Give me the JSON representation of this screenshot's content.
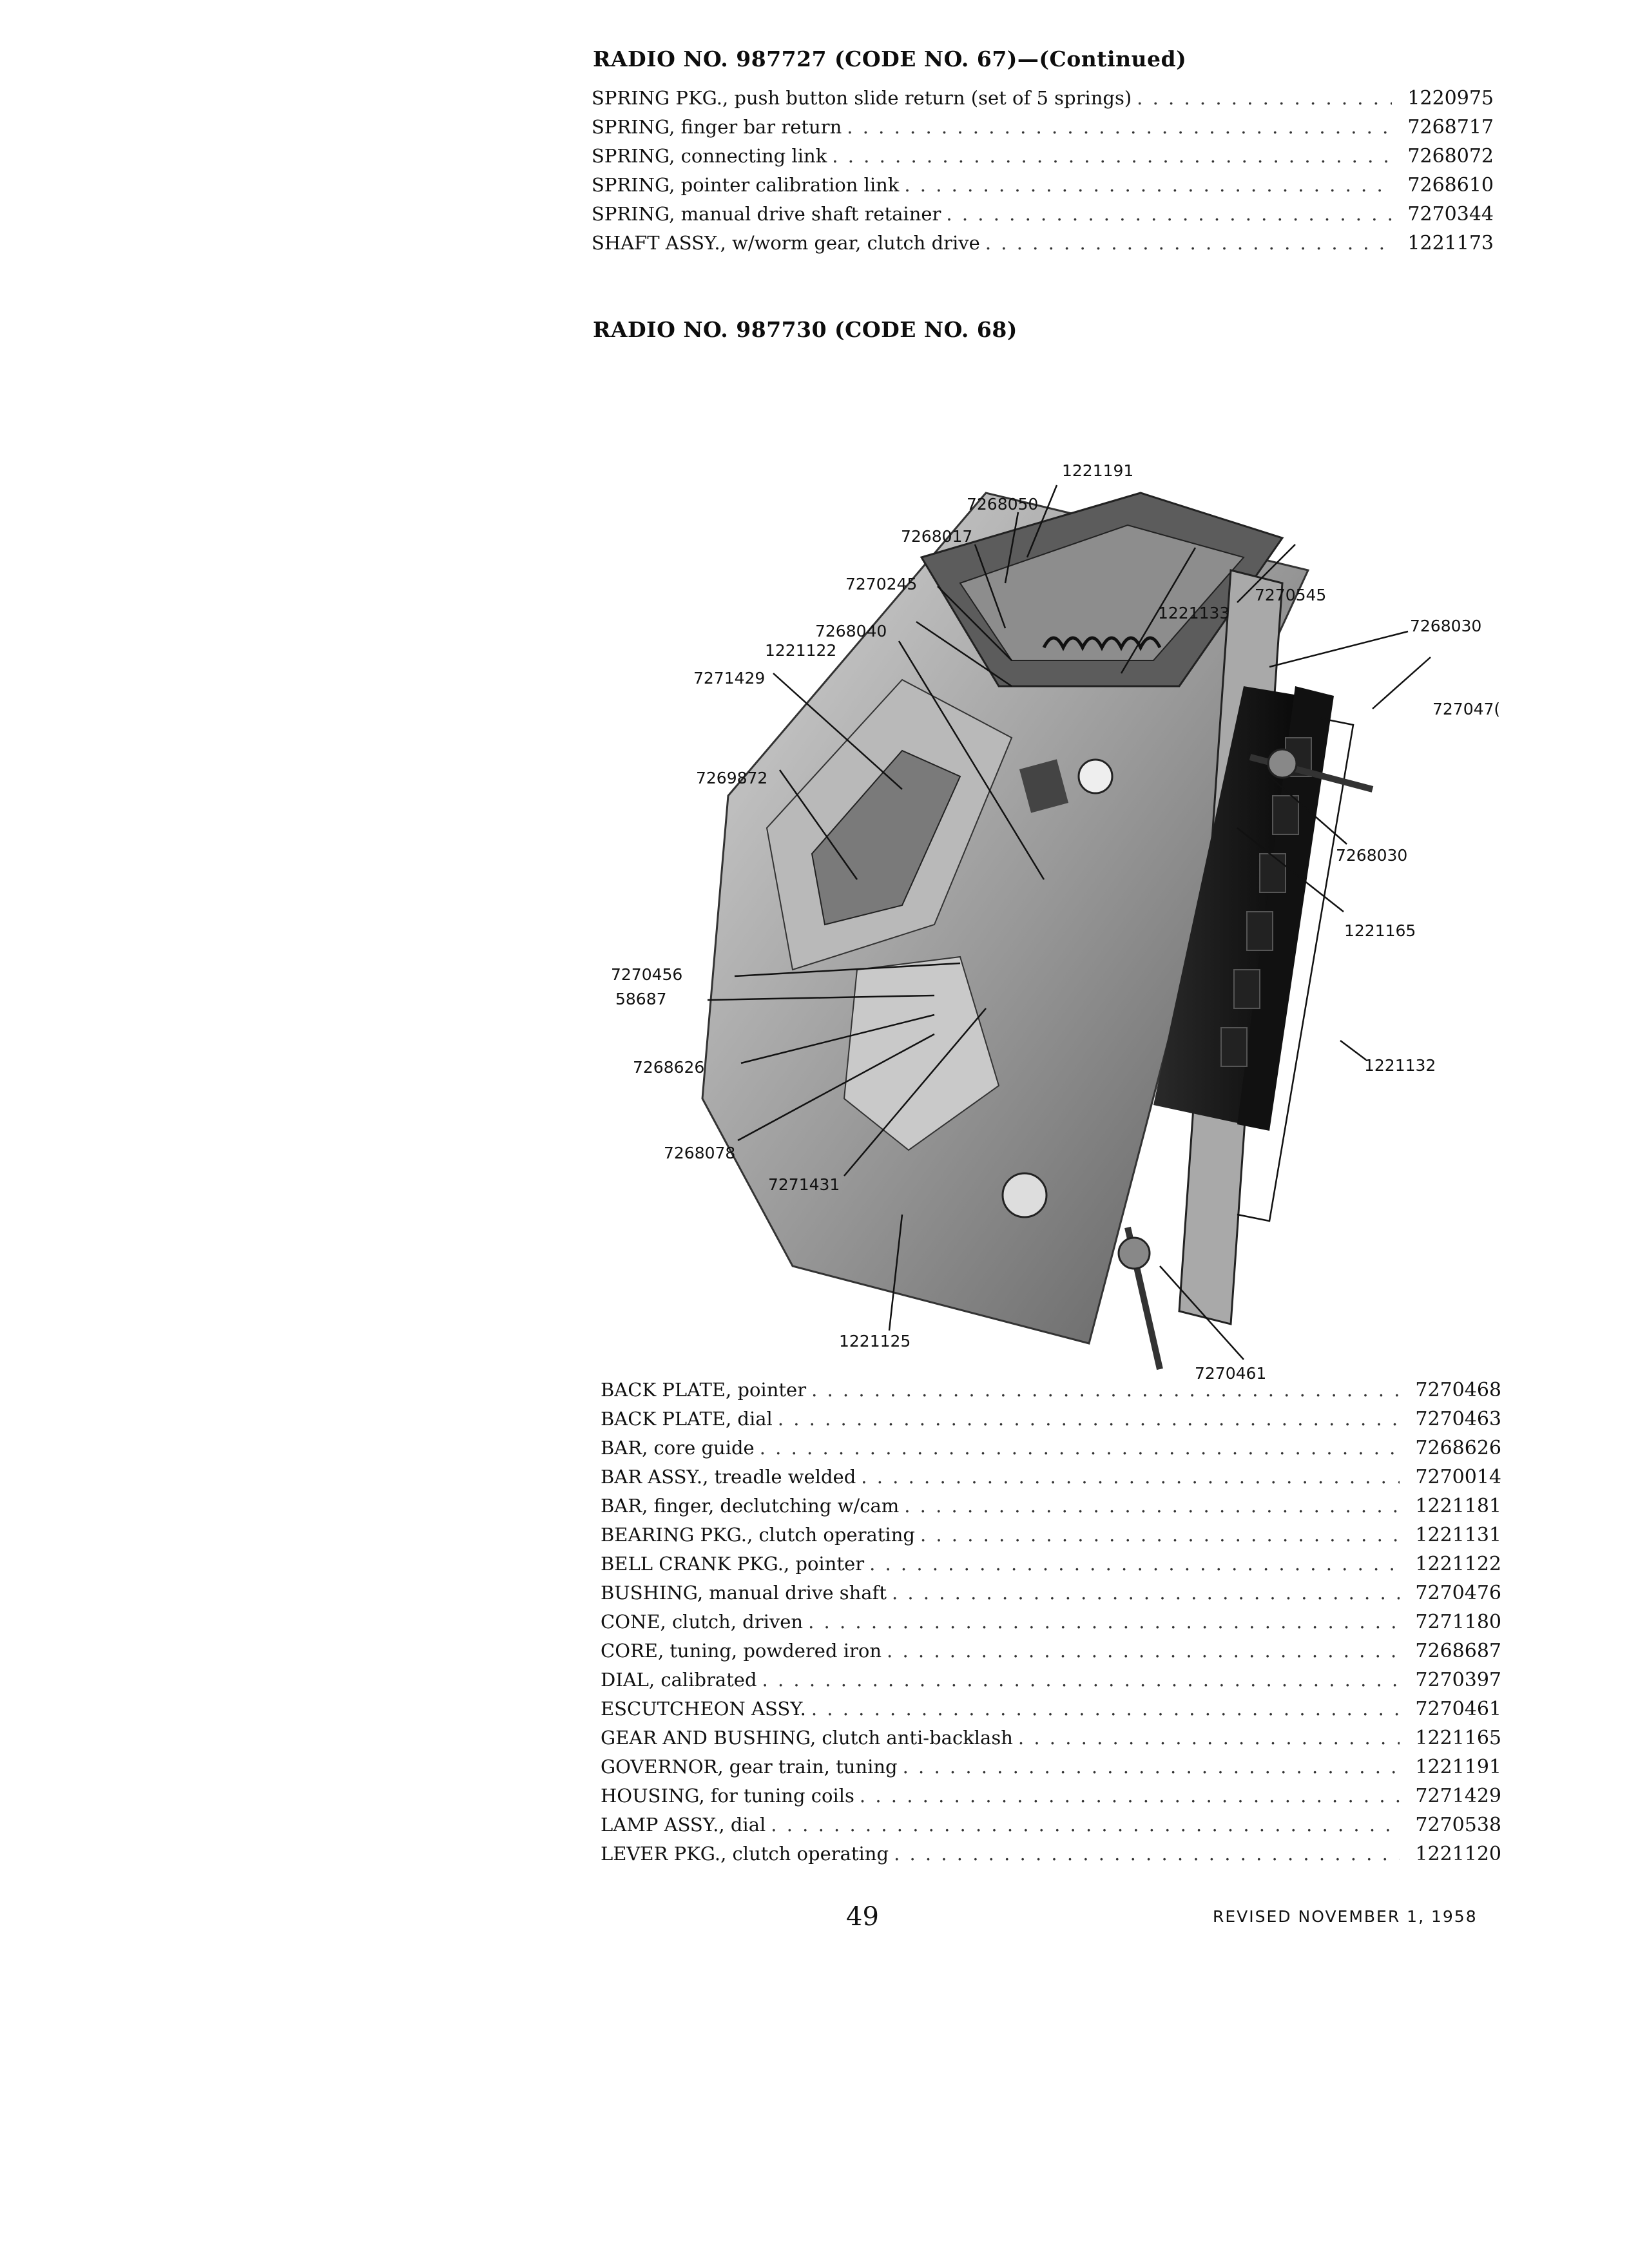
{
  "section_67": {
    "title": "RADIO NO. 987727 (CODE NO. 67)—(Continued)",
    "parts": [
      {
        "desc": "SPRING PKG., push button slide return (set of 5 springs)",
        "pn": "1220975"
      },
      {
        "desc": "SPRING, finger bar return",
        "pn": "7268717"
      },
      {
        "desc": "SPRING, connecting link",
        "pn": "7268072"
      },
      {
        "desc": "SPRING, pointer calibration link",
        "pn": "7268610"
      },
      {
        "desc": "SPRING, manual drive shaft retainer",
        "pn": "7270344"
      },
      {
        "desc": "SHAFT ASSY., w/worm gear, clutch drive",
        "pn": "1221173"
      }
    ]
  },
  "section_68": {
    "title": "RADIO NO. 987730 (CODE NO. 68)",
    "parts": [
      {
        "desc": "BACK PLATE, pointer",
        "pn": "7270468"
      },
      {
        "desc": "BACK PLATE, dial",
        "pn": "7270463"
      },
      {
        "desc": "BAR, core guide",
        "pn": "7268626"
      },
      {
        "desc": "BAR ASSY., treadle welded",
        "pn": "7270014"
      },
      {
        "desc": "BAR, finger, declutching w/cam",
        "pn": "1221181"
      },
      {
        "desc": "BEARING PKG., clutch operating",
        "pn": "1221131"
      },
      {
        "desc": "BELL CRANK PKG., pointer",
        "pn": "1221122"
      },
      {
        "desc": "BUSHING, manual drive shaft",
        "pn": "7270476"
      },
      {
        "desc": "CONE, clutch, driven",
        "pn": "7271180"
      },
      {
        "desc": "CORE, tuning, powdered iron",
        "pn": "7268687"
      },
      {
        "desc": "DIAL, calibrated",
        "pn": "7270397"
      },
      {
        "desc": "ESCUTCHEON ASSY.",
        "pn": "7270461"
      },
      {
        "desc": "GEAR AND BUSHING, clutch anti-backlash",
        "pn": "1221165"
      },
      {
        "desc": "GOVERNOR, gear train, tuning",
        "pn": "1221191"
      },
      {
        "desc": "HOUSING, for tuning coils",
        "pn": "7271429"
      },
      {
        "desc": "LAMP ASSY., dial",
        "pn": "7270538"
      },
      {
        "desc": "LEVER PKG., clutch operating",
        "pn": "1221120"
      }
    ]
  },
  "figure": {
    "callouts": {
      "c1221191": "1221191",
      "c7268050": "7268050",
      "c7268017": "7268017",
      "c7270245": "7270245",
      "c1221133": "1221133",
      "c7270545": "7270545",
      "c7268040": "7268040",
      "c1221122": "1221122",
      "c7271429": "7271429",
      "c7268030a": "7268030",
      "c7270476": "727047(",
      "c7269872": "7269872",
      "c7268030b": "7268030",
      "c1221165": "1221165",
      "c7270456": "7270456",
      "c58687": "58687",
      "c1221132": "1221132",
      "c7268626": "7268626",
      "c7268078": "7268078",
      "c7271431": "7271431",
      "c1221125": "1221125",
      "c7270461": "7270461"
    }
  },
  "footer": {
    "page_number": "49",
    "revised": "REVISED NOVEMBER 1, 1958"
  }
}
